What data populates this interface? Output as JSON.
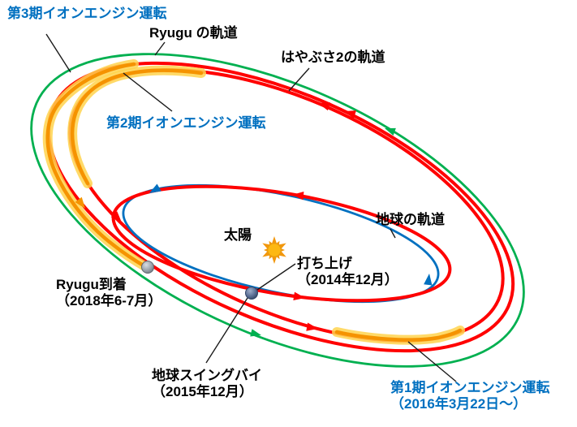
{
  "diagram": {
    "labels": {
      "engine_phase3": "第3期イオンエンジン運転",
      "ryugu_orbit": "Ryugu の軌道",
      "hayabusa2_orbit": "はやぶさ2の軌道",
      "engine_phase2": "第2期イオンエンジン運転",
      "earth_orbit": "地球の軌道",
      "sun": "太陽",
      "launch_line1": "打ち上げ",
      "launch_line2": "（2014年12月）",
      "ryugu_arrival_line1": "Ryugu到着",
      "ryugu_arrival_line2": "（2018年6-7月）",
      "earth_swingby_line1": "地球スイングバイ",
      "earth_swingby_line2": "（2015年12月）",
      "engine_phase1_line1": "第1期イオンエンジン運転",
      "engine_phase1_line2": "（2016年3月22日～）"
    },
    "colors": {
      "ryugu_orbit": "#00B050",
      "hayabusa2_trajectory": "#FF0000",
      "earth_orbit": "#0070C0",
      "ion_engine_band": "#FFD34D",
      "ion_engine_band_core": "#F59300",
      "annotation_text_blue": "#0070C0",
      "text_black": "#000000",
      "pointer_line": "#1a1a1a",
      "sun_fill": "#FDB813",
      "sun_ray": "#F2970D",
      "earth_marker": "#5A6E93",
      "ryugu_marker": "#9BA3AC"
    }
  }
}
